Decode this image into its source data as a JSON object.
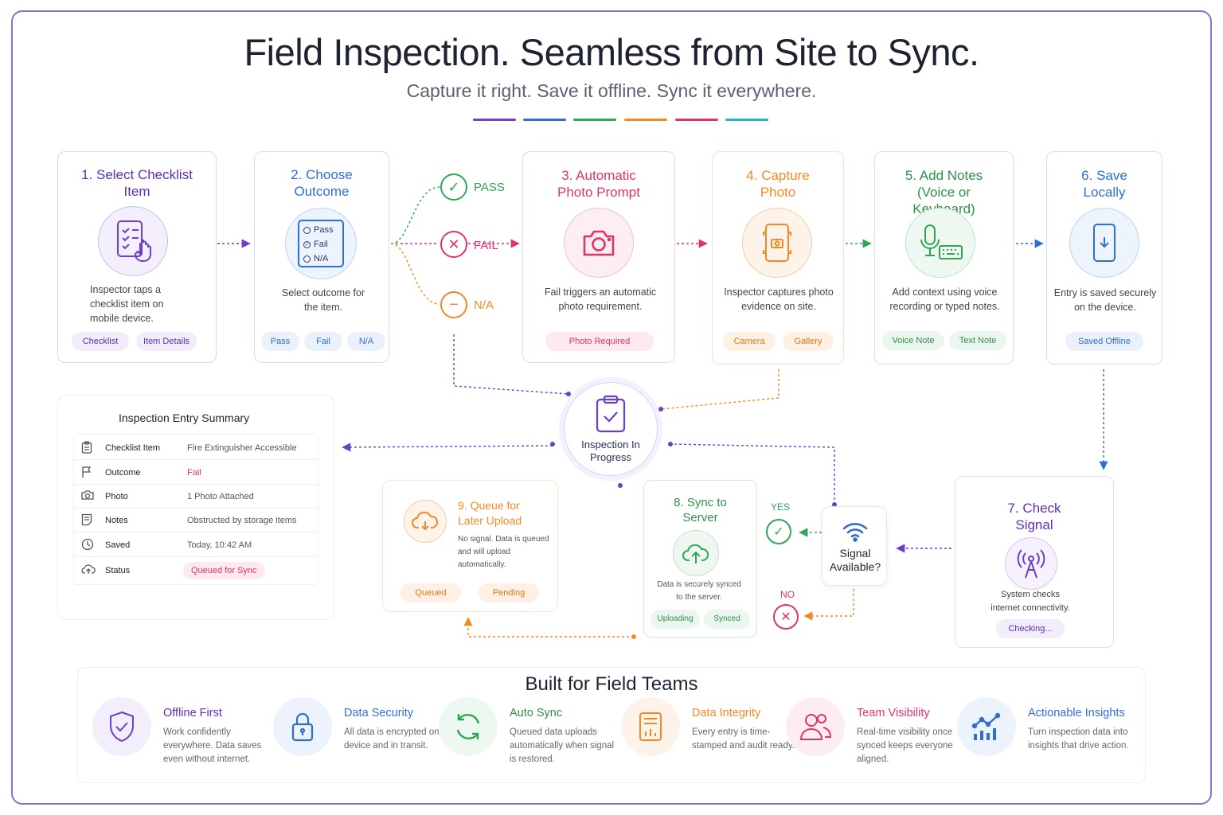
{
  "header": {
    "title": "Field Inspection. Seamless from Site to Sync.",
    "subtitle": "Capture it right. Save it offline. Sync it everywhere."
  },
  "colors": {
    "purple": "#6a3fc9",
    "blue": "#2f6fd0",
    "pink": "#e0336b",
    "orange": "#f08a24",
    "green": "#2fa654",
    "teal": "#2bb3c0"
  },
  "steps": {
    "s1": {
      "title": "1. Select Checklist Item",
      "desc": "Inspector taps a checklist item on mobile device.",
      "pills": [
        "Checklist",
        "Item Details"
      ]
    },
    "s2": {
      "title": "2. Choose Outcome",
      "desc": "Select outcome for the item.",
      "options": [
        "Pass",
        "Fail",
        "N/A"
      ],
      "pills": [
        "Pass",
        "Fail",
        "N/A"
      ]
    },
    "s3": {
      "title": "3. Automatic Photo Prompt",
      "desc": "Fail triggers an automatic photo requirement.",
      "pills": [
        "Photo Required"
      ]
    },
    "s4": {
      "title": "4. Capture Photo",
      "desc": "Inspector captures photo evidence on site.",
      "pills": [
        "Camera",
        "Gallery"
      ]
    },
    "s5": {
      "title": "5. Add Notes (Voice or Keyboard)",
      "desc": "Add context using voice recording or typed notes.",
      "pills": [
        "Voice Note",
        "Text Note"
      ]
    },
    "s6": {
      "title": "6. Save Locally",
      "desc": "Entry is saved securely on the device.",
      "pills": [
        "Saved Offline"
      ]
    },
    "s7": {
      "title": "7. Check Signal",
      "desc": "System checks internet connectivity.",
      "pills": [
        "Checking..."
      ]
    },
    "s8": {
      "title": "8. Sync to Server",
      "desc": "Data is securely synced to the server.",
      "pills": [
        "Uploading",
        "Synced"
      ]
    },
    "s9": {
      "title": "9. Queue for Later Upload",
      "desc": "No signal. Data is queued and will upload automatically.",
      "pills": [
        "Queued",
        "Pending"
      ]
    }
  },
  "branches": {
    "pass": "PASS",
    "fail": "FAIL",
    "na": "N/A"
  },
  "hub": {
    "label": "Inspection In Progress"
  },
  "decision": {
    "label": "Signal Available?",
    "yes": "YES",
    "no": "NO"
  },
  "summary": {
    "title": "Inspection Entry Summary",
    "rows": [
      {
        "key": "Checklist Item",
        "value": "Fire Extinguisher Accessible",
        "icon": "clipboard-icon"
      },
      {
        "key": "Outcome",
        "value": "Fail",
        "icon": "flag-icon"
      },
      {
        "key": "Photo",
        "value": "1 Photo Attached",
        "icon": "camera-icon"
      },
      {
        "key": "Notes",
        "value": "Obstructed by storage items",
        "icon": "note-icon"
      },
      {
        "key": "Saved",
        "value": "Today, 10:42 AM",
        "icon": "clock-icon"
      },
      {
        "key": "Status",
        "value": "Queued for Sync",
        "icon": "cloud-upload-icon"
      }
    ]
  },
  "features": {
    "title": "Built for Field Teams",
    "items": [
      {
        "title": "Offline First",
        "desc": "Work confidently everywhere. Data saves even without internet.",
        "icon": "shield-icon"
      },
      {
        "title": "Data Security",
        "desc": "All data is encrypted on device and in transit.",
        "icon": "lock-icon"
      },
      {
        "title": "Auto Sync",
        "desc": "Queued data uploads automatically when signal is restored.",
        "icon": "sync-icon"
      },
      {
        "title": "Data Integrity",
        "desc": "Every entry is time-stamped and audit ready.",
        "icon": "document-chart-icon"
      },
      {
        "title": "Team Visibility",
        "desc": "Real-time visibility once synced keeps everyone aligned.",
        "icon": "users-icon"
      },
      {
        "title": "Actionable Insights",
        "desc": "Turn inspection data into insights that drive action.",
        "icon": "insights-chart-icon"
      }
    ]
  }
}
